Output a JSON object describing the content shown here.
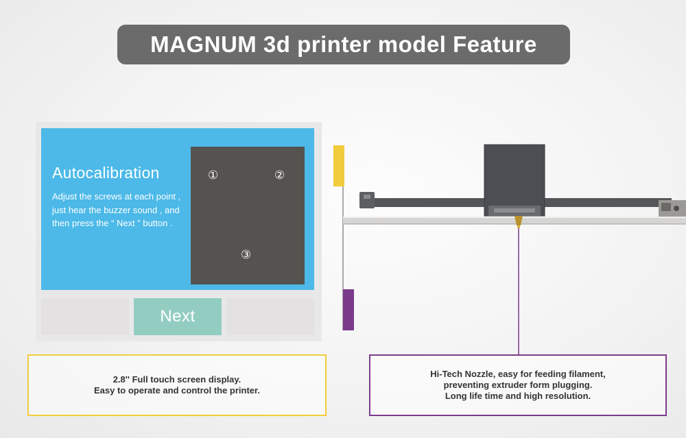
{
  "title": "MAGNUM 3d printer model Feature",
  "screen": {
    "heading": "Autocalibration",
    "description": "Adjust the screws at each point , just hear the buzzer sound , and then press the “ Next ” button .",
    "points": [
      "①",
      "②",
      "③"
    ],
    "next_label": "Next"
  },
  "captions": {
    "screen": [
      "2.8'' Full touch screen display.",
      "Easy to operate and control the printer."
    ],
    "nozzle": [
      "Hi-Tech Nozzle, easy for feeding filament,",
      "preventing extruder form plugging.",
      "Long life time and high resolution."
    ]
  },
  "colors": {
    "screen_blue": "#4cb9e8",
    "next_button": "#93cdc2",
    "accent_yellow": "#f1cc3c",
    "accent_purple": "#7b3b8b",
    "title_pill": "#6b6b6b"
  }
}
